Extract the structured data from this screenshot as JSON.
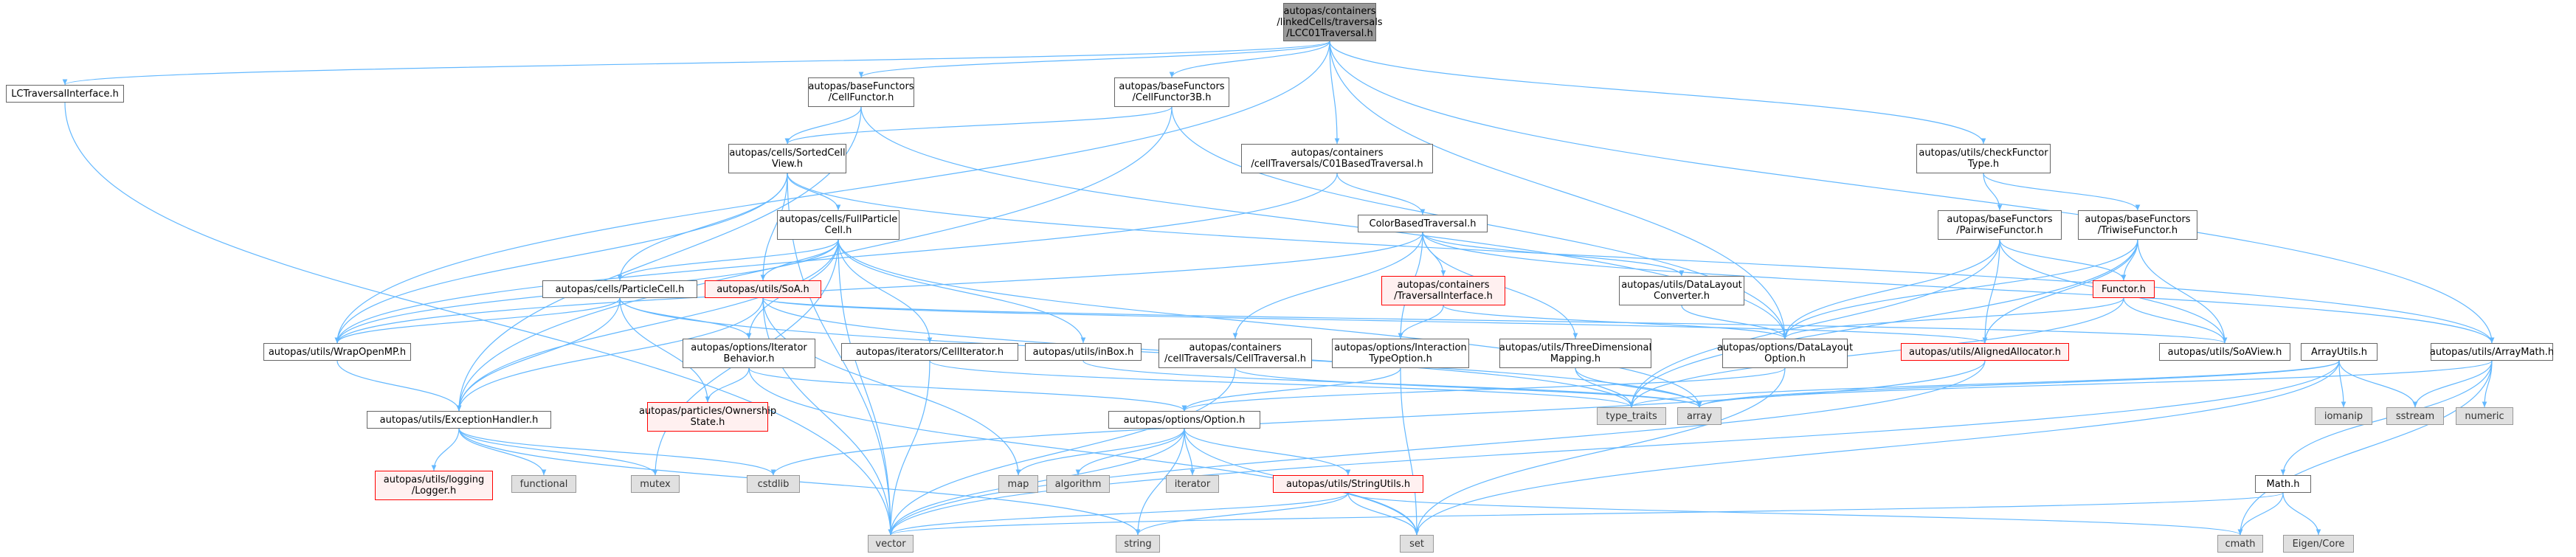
{
  "nodes": {
    "root": [
      "autopas/containers",
      "/linkedCells/traversals",
      "/LCC01Traversal.h"
    ],
    "lctraversalinterface": [
      "LCTraversalInterface.h"
    ],
    "cellfunctor": [
      "autopas/baseFunctors",
      "/CellFunctor.h"
    ],
    "cellfunctor3b": [
      "autopas/baseFunctors",
      "/CellFunctor3B.h"
    ],
    "c01based": [
      "autopas/containers",
      "/cellTraversals/C01BasedTraversal.h"
    ],
    "checkfunctortype": [
      "autopas/utils/checkFunctor",
      "Type.h"
    ],
    "arrayutils": [
      "ArrayUtils.h"
    ],
    "arraymath": [
      "autopas/utils/ArrayMath.h"
    ],
    "sortedcellview": [
      "autopas/cells/SortedCell",
      "View.h"
    ],
    "colorbased": [
      "ColorBasedTraversal.h"
    ],
    "pairwisefunctor": [
      "autopas/baseFunctors",
      "/PairwiseFunctor.h"
    ],
    "triwisefunctor": [
      "autopas/baseFunctors",
      "/TriwiseFunctor.h"
    ],
    "fullparticlecell": [
      "autopas/cells/FullParticle",
      "Cell.h"
    ],
    "particlecell": [
      "autopas/cells/ParticleCell.h"
    ],
    "soa": [
      "autopas/utils/SoA.h"
    ],
    "traversalinterface": [
      "autopas/containers",
      "/TraversalInterface.h"
    ],
    "datalayoutconverter": [
      "autopas/utils/DataLayout",
      "Converter.h"
    ],
    "functor": [
      "Functor.h"
    ],
    "wrapopenmp": [
      "autopas/utils/WrapOpenMP.h"
    ],
    "iteratorbehavior": [
      "autopas/options/Iterator",
      "Behavior.h"
    ],
    "celliterator": [
      "autopas/iterators/CellIterator.h"
    ],
    "inbox": [
      "autopas/utils/inBox.h"
    ],
    "celltraversal": [
      "autopas/containers",
      "/cellTraversals/CellTraversal.h"
    ],
    "interactiontypeoption": [
      "autopas/options/Interaction",
      "TypeOption.h"
    ],
    "threedimensionalmapping": [
      "autopas/utils/ThreeDimensional",
      "Mapping.h"
    ],
    "datalayoutoption": [
      "autopas/options/DataLayout",
      "Option.h"
    ],
    "alignedallocator": [
      "autopas/utils/AlignedAllocator.h"
    ],
    "soaview": [
      "autopas/utils/SoAView.h"
    ],
    "ownershipstate": [
      "autopas/particles/Ownership",
      "State.h"
    ],
    "type_traits": [
      "type_traits"
    ],
    "array": [
      "array"
    ],
    "iomanip": [
      "iomanip"
    ],
    "sstream": [
      "sstream"
    ],
    "numeric": [
      "numeric"
    ],
    "exceptionhandler": [
      "autopas/utils/ExceptionHandler.h"
    ],
    "option": [
      "autopas/options/Option.h"
    ],
    "logger": [
      "autopas/utils/logging",
      "/Logger.h"
    ],
    "functional": [
      "functional"
    ],
    "mutex": [
      "mutex"
    ],
    "cstdlib": [
      "cstdlib"
    ],
    "map": [
      "map"
    ],
    "algorithm": [
      "algorithm"
    ],
    "iterator": [
      "iterator"
    ],
    "stringutils": [
      "autopas/utils/StringUtils.h"
    ],
    "math": [
      "Math.h"
    ],
    "vector": [
      "vector"
    ],
    "string": [
      "string"
    ],
    "set": [
      "set"
    ],
    "cmath": [
      "cmath"
    ],
    "eigencore": [
      "Eigen/Core"
    ]
  },
  "colors": {
    "edge": "#63b8ff",
    "edge_dark": "#404040",
    "node_border": "#666666",
    "root_fill": "#999999",
    "system_fill": "#e0e0e0",
    "highlight_border": "#ff0000"
  }
}
